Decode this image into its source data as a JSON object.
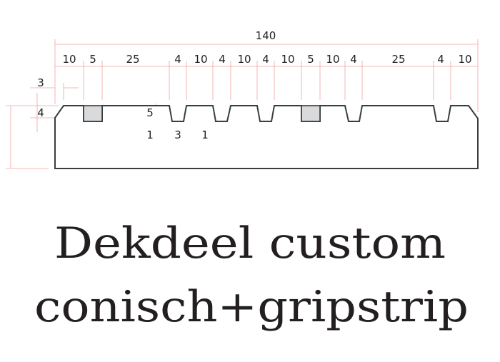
{
  "drawing": {
    "total_width_label": "140",
    "segment_labels": [
      "10",
      "5",
      "25",
      "4",
      "10",
      "4",
      "10",
      "4",
      "10",
      "5",
      "10",
      "4",
      "25",
      "4",
      "10"
    ],
    "chamfer_width_label": "3",
    "chamfer_height_label": "4",
    "groove_depth_label": "5",
    "groove_bottom_labels": [
      "1",
      "3",
      "1"
    ]
  },
  "title": {
    "line1": "Dekdeel custom",
    "line2": "conisch+gripstrip"
  },
  "colors": {
    "dimension": "#f4a0a0",
    "outline": "#3a3d40",
    "grip_fill": "#d8dadb"
  }
}
